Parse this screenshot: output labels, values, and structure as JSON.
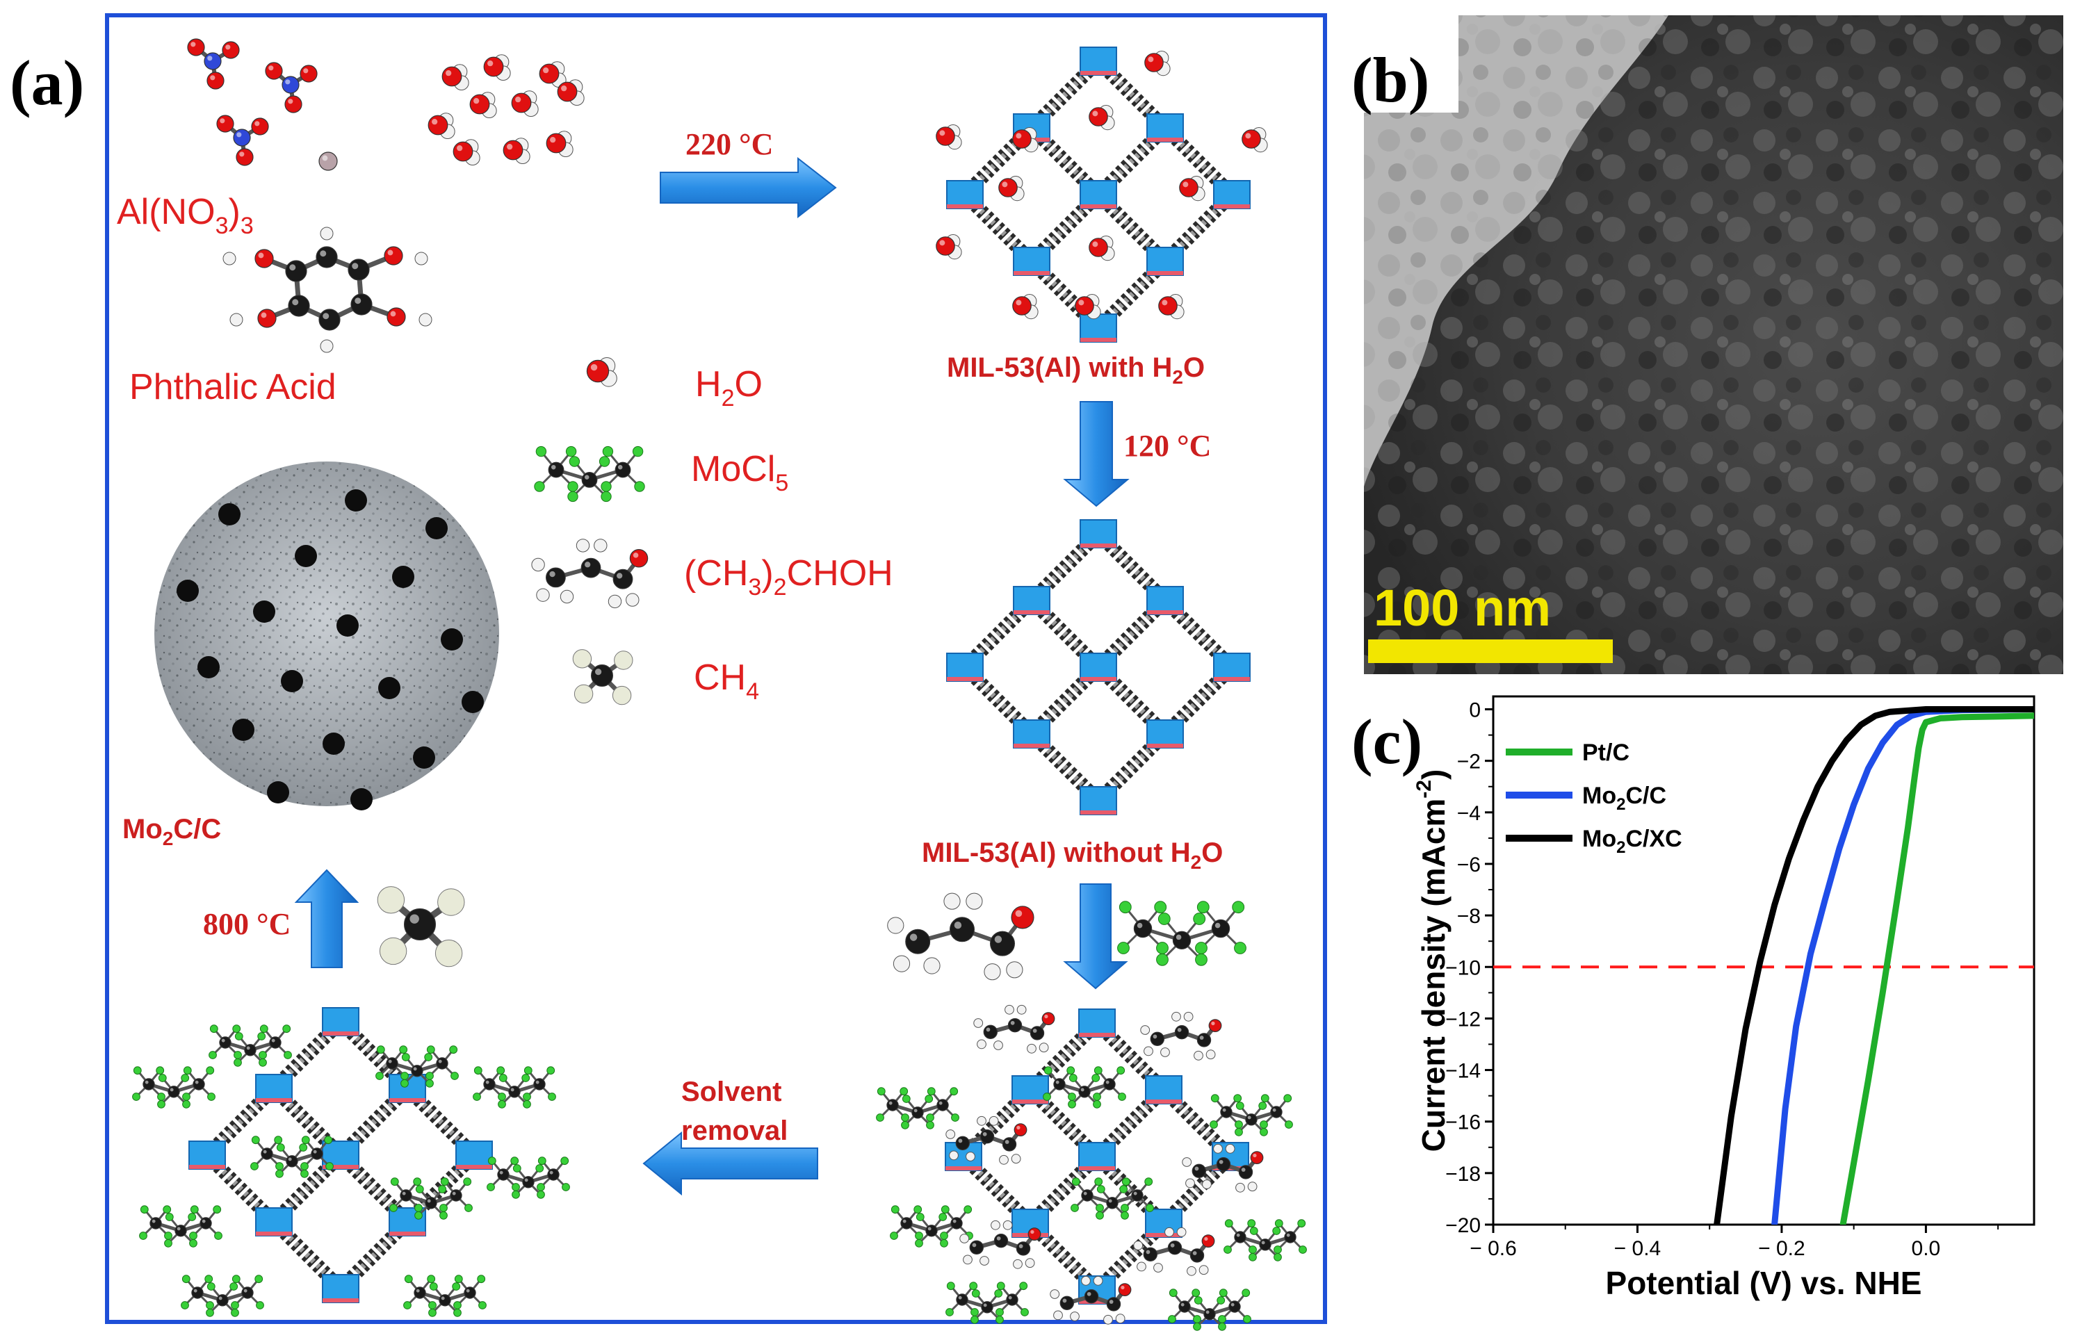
{
  "panels": {
    "a": {
      "letter": "(a)",
      "reactants": {
        "al_nitrate": {
          "base": "Al(NO",
          "sub": "3",
          "mid": ")",
          "sub2": "3"
        },
        "phthalic": "Phthalic Acid"
      },
      "legend": {
        "h2o": {
          "base": "H",
          "sub": "2",
          "tail": "O"
        },
        "mocl5": {
          "base": "MoCl",
          "sub": "5"
        },
        "ipa": {
          "base": "(CH",
          "sub": "3",
          "tail": ")",
          "sub2": "2",
          "tail2": "CHOH"
        },
        "ch4": {
          "base": "CH",
          "sub": "4"
        }
      },
      "steps": {
        "t220": "220 °C",
        "t120": "120 °C",
        "t800": "800 °C",
        "solvent_line1": "Solvent",
        "solvent_line2": "removal"
      },
      "products": {
        "mil_with": {
          "base": "MIL-53(Al) with H",
          "sub": "2",
          "tail": "O"
        },
        "mil_without": {
          "base": "MIL-53(Al) without H",
          "sub": "2",
          "tail": "O"
        },
        "mo2c": {
          "base": "Mo",
          "sub": "2",
          "tail": "C/C"
        }
      }
    },
    "b": {
      "letter": "(b)",
      "scale_bar": "100 nm"
    },
    "c": {
      "letter": "(c)"
    }
  },
  "colors": {
    "frame": "#1e4fd8",
    "label_red": "#e02020",
    "arrow_blue": "#2a8ee6",
    "pt_c": "#1fae2a",
    "mo2c_c": "#1f4de8",
    "mo2c_xc": "#000000",
    "ref_line": "#ff1a1a",
    "scale_bar": "#f2e600"
  },
  "chart_data": {
    "type": "line",
    "title": "",
    "xlabel": "Potential (V) vs. NHE",
    "ylabel": {
      "base": "Current density (mAcm",
      "sup": "-2",
      "tail": ")"
    },
    "xlim": [
      -0.6,
      0.15
    ],
    "ylim": [
      -20,
      0.5
    ],
    "xticks": [
      -0.6,
      -0.4,
      -0.2,
      0.0
    ],
    "xtick_labels": [
      "− 0.6",
      "− 0.4",
      "− 0.2",
      "0.0"
    ],
    "yticks": [
      0,
      -2,
      -4,
      -6,
      -8,
      -10,
      -12,
      -14,
      -16,
      -18,
      -20
    ],
    "ytick_labels": [
      "0",
      "−2",
      "−4",
      "−6",
      "−8",
      "−10",
      "−12",
      "−14",
      "−16",
      "−18",
      "−20"
    ],
    "legend_position": "top-left",
    "reference_line": {
      "y": -10,
      "style": "dashed"
    },
    "series": [
      {
        "name": {
          "base": "Pt/C",
          "sub": "",
          "tail": ""
        },
        "color": "#1fae2a",
        "x": [
          -0.115,
          -0.1,
          -0.08,
          -0.06,
          -0.04,
          -0.025,
          -0.015,
          -0.01,
          -0.005,
          0.0,
          0.02,
          0.05,
          0.1,
          0.15
        ],
        "y": [
          -20,
          -17.6,
          -14.4,
          -11.0,
          -7.4,
          -4.6,
          -2.5,
          -1.5,
          -0.8,
          -0.5,
          -0.35,
          -0.3,
          -0.28,
          -0.25
        ]
      },
      {
        "name": {
          "base": "Mo",
          "sub": "2",
          "tail": "C/C"
        },
        "color": "#1f4de8",
        "x": [
          -0.21,
          -0.195,
          -0.18,
          -0.16,
          -0.14,
          -0.12,
          -0.1,
          -0.08,
          -0.06,
          -0.04,
          -0.02,
          0.0,
          0.05,
          0.15
        ],
        "y": [
          -20,
          -15.5,
          -12.3,
          -9.5,
          -7.4,
          -5.4,
          -3.7,
          -2.3,
          -1.3,
          -0.6,
          -0.25,
          -0.1,
          -0.03,
          0.0
        ]
      },
      {
        "name": {
          "base": "Mo",
          "sub": "2",
          "tail": "C/XC"
        },
        "color": "#000000",
        "x": [
          -0.29,
          -0.27,
          -0.25,
          -0.23,
          -0.21,
          -0.19,
          -0.17,
          -0.15,
          -0.13,
          -0.11,
          -0.09,
          -0.07,
          -0.05,
          0.0,
          0.15
        ],
        "y": [
          -20,
          -15.8,
          -12.4,
          -9.8,
          -7.6,
          -5.8,
          -4.3,
          -3.0,
          -2.0,
          -1.2,
          -0.6,
          -0.25,
          -0.1,
          0.0,
          0.0
        ]
      }
    ]
  }
}
